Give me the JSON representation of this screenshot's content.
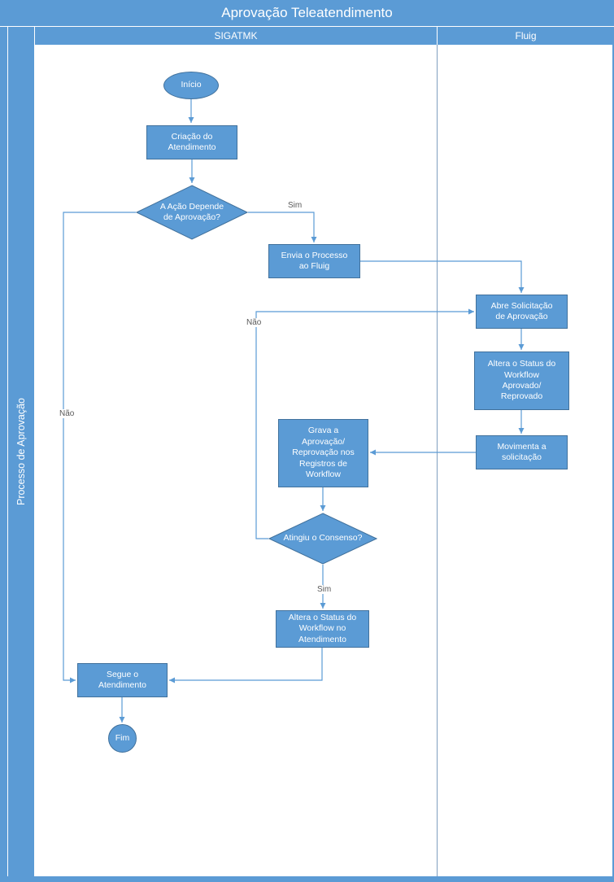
{
  "title": "Aprovação Teleatendimento",
  "pool": {
    "process_label": "Processo de Aprovação",
    "lanes": [
      {
        "label": "SIGATMK"
      },
      {
        "label": "Fluig"
      }
    ]
  },
  "nodes": {
    "inicio": {
      "type": "start",
      "label": "Início"
    },
    "criacao_atendimento": {
      "type": "process",
      "label": [
        "Criação do",
        "Atendimento"
      ]
    },
    "acao_depende": {
      "type": "decision",
      "label": [
        "A Ação Depende",
        "de Aprovação?"
      ]
    },
    "envia_processo": {
      "type": "process",
      "label": [
        "Envia o Processo",
        "ao Fluig"
      ]
    },
    "abre_solicitacao": {
      "type": "process",
      "label": [
        "Abre Solicitação",
        "de Aprovação"
      ]
    },
    "altera_status_workflow": {
      "type": "process",
      "label": [
        "Altera o Status do",
        "Workflow",
        "Aprovado/",
        "Reprovado"
      ]
    },
    "movimenta_solicitacao": {
      "type": "process",
      "label": [
        "Movimenta a",
        "solicitação"
      ]
    },
    "grava_aprovacao": {
      "type": "process",
      "label": [
        "Grava a",
        "Aprovação/",
        "Reprovação nos",
        "Registros de",
        "Workflow"
      ]
    },
    "atingiu_consenso": {
      "type": "decision",
      "label": "Atingiu o Consenso?"
    },
    "altera_status_atendimento": {
      "type": "process",
      "label": [
        "Altera o Status do",
        "Workflow no",
        "Atendimento"
      ]
    },
    "segue_atendimento": {
      "type": "process",
      "label": [
        "Segue o",
        "Atendimento"
      ]
    },
    "fim": {
      "type": "end",
      "label": "Fim"
    }
  },
  "edge_labels": {
    "sim_depende": "Sim",
    "nao_depende": "Não",
    "nao_consenso": "Não",
    "sim_consenso": "Sim"
  },
  "colors": {
    "shape_fill": "#5B9BD5",
    "shape_border": "#41719C",
    "connector": "#5B9BD5",
    "band_fill": "#5B9BD5",
    "lane_border": "#7F9FBF",
    "text_on_blue": "#FFFFFF",
    "edge_label_text": "#595959"
  }
}
